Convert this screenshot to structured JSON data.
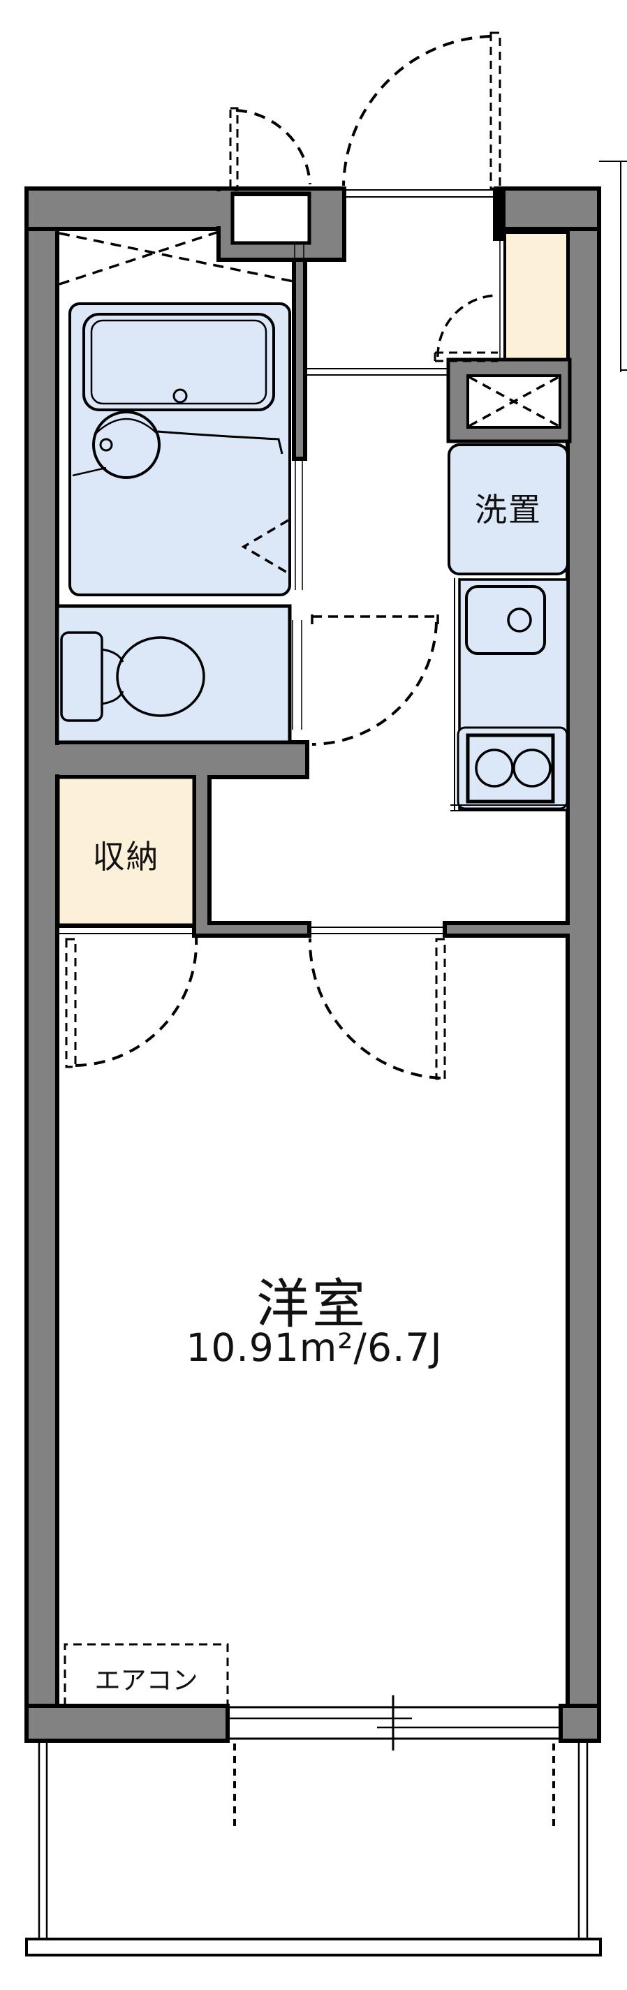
{
  "plan": {
    "type": "apartment-floorplan",
    "rooms": {
      "western_room": {
        "label": "洋室",
        "area_label": "10.91m²/6.7J"
      },
      "storage": {
        "label": "収納"
      },
      "laundry": {
        "label": "洗置"
      },
      "air_conditioner": {
        "label": "エアコン"
      }
    },
    "colors": {
      "wall_gray": "#828282",
      "fixture_blue": "#dce8f8",
      "storage_cream": "#fcf1d8",
      "line_black": "#000000",
      "background": "#ffffff"
    }
  }
}
